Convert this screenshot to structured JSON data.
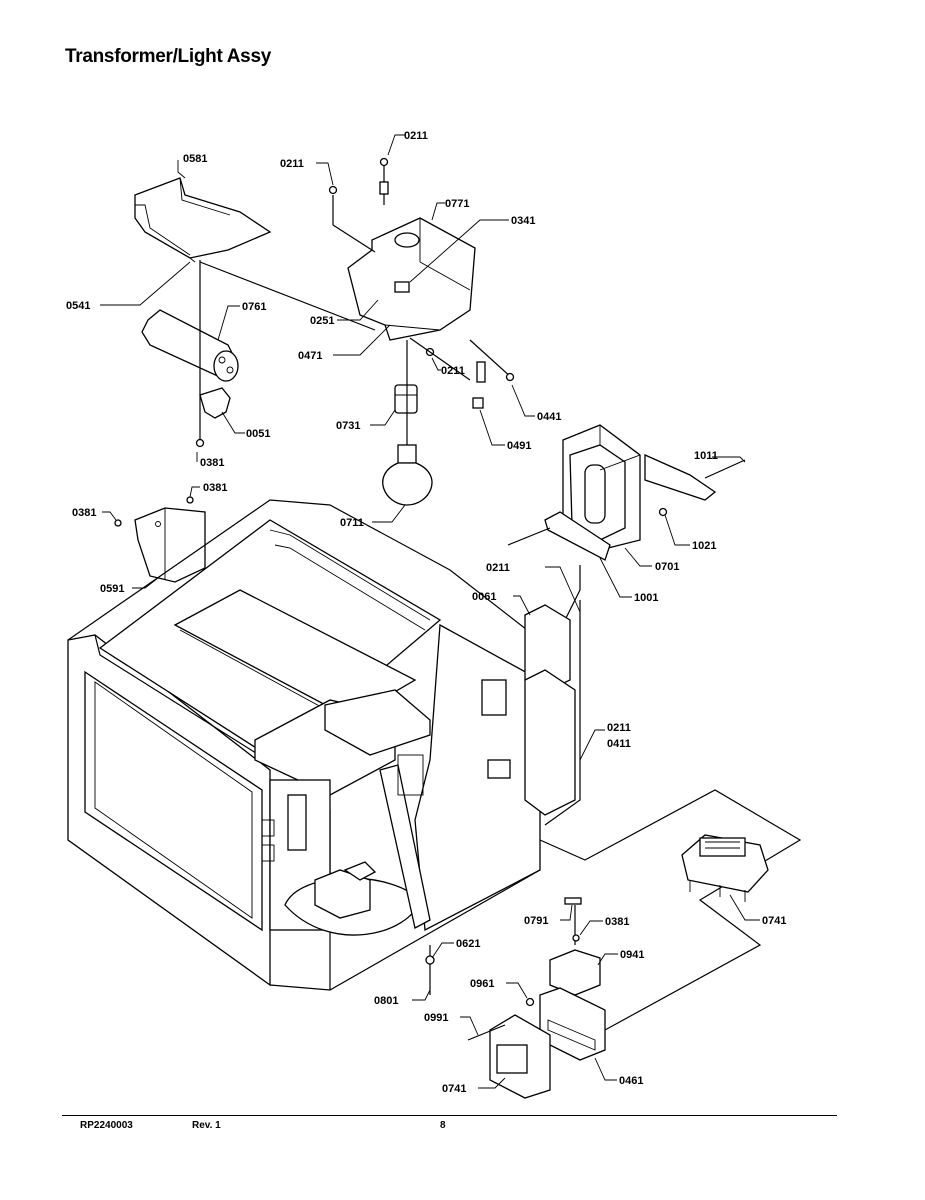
{
  "page": {
    "title": "Transformer/Light Assy",
    "footer": {
      "doc_number": "RP2240003",
      "revision": "Rev. 1",
      "page_number": "8"
    }
  },
  "callouts": [
    {
      "id": "c01",
      "text": "0581"
    },
    {
      "id": "c02",
      "text": "0211"
    },
    {
      "id": "c03",
      "text": "0211"
    },
    {
      "id": "c04",
      "text": "0771"
    },
    {
      "id": "c05",
      "text": "0341"
    },
    {
      "id": "c06",
      "text": "0541"
    },
    {
      "id": "c07",
      "text": "0761"
    },
    {
      "id": "c08",
      "text": "0251"
    },
    {
      "id": "c09",
      "text": "0471"
    },
    {
      "id": "c10",
      "text": "0211"
    },
    {
      "id": "c11",
      "text": "0441"
    },
    {
      "id": "c12",
      "text": "0731"
    },
    {
      "id": "c13",
      "text": "0051"
    },
    {
      "id": "c14",
      "text": "0491"
    },
    {
      "id": "c15",
      "text": "0381"
    },
    {
      "id": "c16",
      "text": "1011"
    },
    {
      "id": "c17",
      "text": "0381"
    },
    {
      "id": "c18",
      "text": "0381"
    },
    {
      "id": "c19",
      "text": "0711"
    },
    {
      "id": "c20",
      "text": "1021"
    },
    {
      "id": "c21",
      "text": "0591"
    },
    {
      "id": "c22",
      "text": "0701"
    },
    {
      "id": "c23",
      "text": "0211"
    },
    {
      "id": "c24",
      "text": "1001"
    },
    {
      "id": "c25",
      "text": "0061"
    },
    {
      "id": "c26",
      "text": "0211"
    },
    {
      "id": "c27",
      "text": "0411"
    },
    {
      "id": "c28",
      "text": "0741"
    },
    {
      "id": "c29",
      "text": "0791"
    },
    {
      "id": "c30",
      "text": "0381"
    },
    {
      "id": "c31",
      "text": "0621"
    },
    {
      "id": "c32",
      "text": "0941"
    },
    {
      "id": "c33",
      "text": "0961"
    },
    {
      "id": "c34",
      "text": "0801"
    },
    {
      "id": "c35",
      "text": "0991"
    },
    {
      "id": "c36",
      "text": "0461"
    },
    {
      "id": "c37",
      "text": "0741"
    }
  ]
}
